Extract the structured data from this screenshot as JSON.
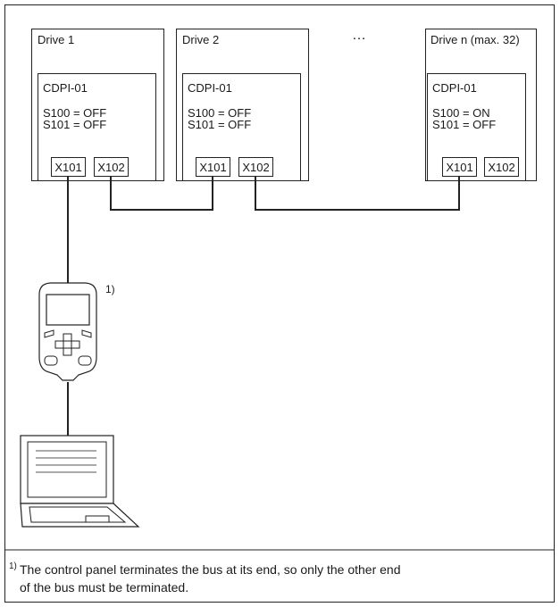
{
  "diagram": {
    "ellipsis": "…",
    "footnote_marker": "1)",
    "drives": [
      {
        "name": "Drive 1",
        "module": "CDPI-01",
        "s100": "S100 = OFF",
        "s101": "S101 = OFF",
        "port_a": "X101",
        "port_b": "X102"
      },
      {
        "name": "Drive 2",
        "module": "CDPI-01",
        "s100": "S100 = OFF",
        "s101": "S101 = OFF",
        "port_a": "X101",
        "port_b": "X102"
      },
      {
        "name": "Drive n (max. 32)",
        "module": "CDPI-01",
        "s100": "S100 = ON",
        "s101": "S101 = OFF",
        "port_a": "X101",
        "port_b": "X102"
      }
    ],
    "footnote": {
      "marker": "1)",
      "line1": "The control panel terminates the bus at its end, so only the other end",
      "line2": "of the bus must be terminated."
    }
  }
}
